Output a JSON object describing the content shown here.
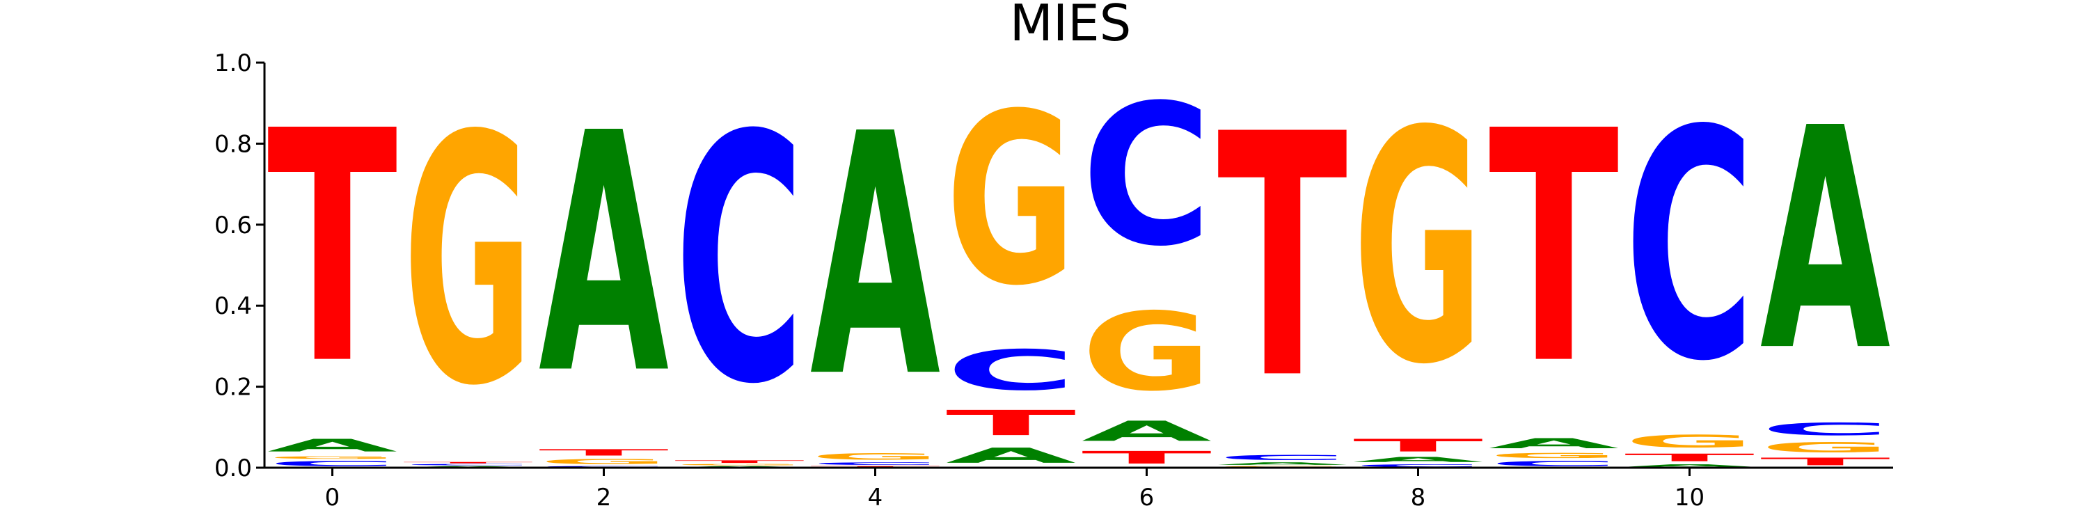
{
  "chart_data": {
    "type": "sequence-logo",
    "title": "MIES",
    "xlabel": "",
    "ylabel": "",
    "ylim": [
      0,
      1.0
    ],
    "xlim": [
      -0.5,
      11.5
    ],
    "x_ticks": [
      0,
      2,
      4,
      6,
      8,
      10
    ],
    "x_tick_labels": [
      "0",
      "2",
      "4",
      "6",
      "8",
      "10"
    ],
    "y_ticks": [
      0.0,
      0.2,
      0.4,
      0.6,
      0.8,
      1.0
    ],
    "y_tick_labels": [
      "0.0",
      "0.2",
      "0.4",
      "0.6",
      "0.8",
      "1.0"
    ],
    "colors": {
      "A": "#008000",
      "C": "#0000ff",
      "G": "#ffa500",
      "T": "#ff0000"
    },
    "positions": [
      {
        "x": 0,
        "stack": [
          [
            "C",
            0.02
          ],
          [
            "G",
            0.01
          ],
          [
            "A",
            0.05
          ],
          [
            "T",
            0.92
          ]
        ]
      },
      {
        "x": 1,
        "stack": [
          [
            "A",
            0.005
          ],
          [
            "C",
            0.005
          ],
          [
            "T",
            0.005
          ],
          [
            "G",
            0.985
          ]
        ]
      },
      {
        "x": 2,
        "stack": [
          [
            "C",
            0.005
          ],
          [
            "G",
            0.02
          ],
          [
            "T",
            0.025
          ],
          [
            "A",
            0.95
          ]
        ]
      },
      {
        "x": 3,
        "stack": [
          [
            "A",
            0.005
          ],
          [
            "G",
            0.005
          ],
          [
            "T",
            0.01
          ],
          [
            "C",
            0.98
          ]
        ]
      },
      {
        "x": 4,
        "stack": [
          [
            "T",
            0.005
          ],
          [
            "C",
            0.01
          ],
          [
            "G",
            0.025
          ],
          [
            "A",
            0.96
          ]
        ]
      },
      {
        "x": 5,
        "stack": [
          [
            "A",
            0.06
          ],
          [
            "T",
            0.1
          ],
          [
            "C",
            0.16
          ],
          [
            "G",
            0.68
          ]
        ]
      },
      {
        "x": 6,
        "stack": [
          [
            "T",
            0.05
          ],
          [
            "A",
            0.08
          ],
          [
            "G",
            0.31
          ],
          [
            "C",
            0.56
          ]
        ]
      },
      {
        "x": 7,
        "stack": [
          [
            "G",
            0.005
          ],
          [
            "A",
            0.01
          ],
          [
            "C",
            0.02
          ],
          [
            "T",
            0.965
          ]
        ]
      },
      {
        "x": 8,
        "stack": [
          [
            "C",
            0.01
          ],
          [
            "A",
            0.02
          ],
          [
            "T",
            0.05
          ],
          [
            "G",
            0.92
          ]
        ]
      },
      {
        "x": 9,
        "stack": [
          [
            "C",
            0.02
          ],
          [
            "G",
            0.02
          ],
          [
            "A",
            0.04
          ],
          [
            "T",
            0.92
          ]
        ]
      },
      {
        "x": 10,
        "stack": [
          [
            "A",
            0.01
          ],
          [
            "T",
            0.03
          ],
          [
            "G",
            0.05
          ],
          [
            "C",
            0.91
          ]
        ]
      },
      {
        "x": 11,
        "stack": [
          [
            "T",
            0.03
          ],
          [
            "G",
            0.04
          ],
          [
            "C",
            0.05
          ],
          [
            "A",
            0.88
          ]
        ]
      }
    ]
  }
}
